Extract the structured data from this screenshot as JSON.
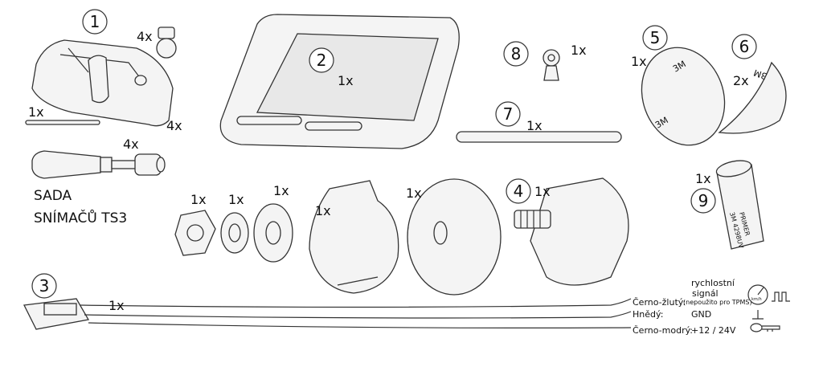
{
  "parts": [
    {
      "number": "1",
      "quantities": [
        "4x",
        "1x",
        "4x",
        "4x"
      ]
    },
    {
      "number": "2",
      "quantities": [
        "1x"
      ]
    },
    {
      "number": "3",
      "quantities": [
        "1x"
      ]
    },
    {
      "number": "4",
      "quantities": [
        "1x"
      ]
    },
    {
      "number": "5",
      "quantities": [
        "1x"
      ]
    },
    {
      "number": "6",
      "quantities": [
        "2x"
      ]
    },
    {
      "number": "7",
      "quantities": [
        "1x"
      ]
    },
    {
      "number": "8",
      "quantities": [
        "1x"
      ]
    },
    {
      "number": "9",
      "quantities": [
        "1x"
      ]
    }
  ],
  "hardware_quantities": [
    "1x",
    "1x",
    "1x",
    "1x",
    "1x"
  ],
  "kit_title": {
    "line1": "SADA",
    "line2": "SNÍMAČŮ TS3"
  },
  "adhesive_label": "3M",
  "primer_label": {
    "line1": "PRIMER",
    "line2": "3M  4298UV"
  },
  "wiring": [
    {
      "color": "Černo-žlutý:",
      "signal_line1": "rychlostní",
      "signal_line2": "signál",
      "note": "(nepoužito pro TPMS)",
      "icon": "speedometer-pulse-icon"
    },
    {
      "color": "Hnědý:",
      "signal_line1": "GND",
      "icon": "ground-icon"
    },
    {
      "color": "Černo-modrý:",
      "signal_line1": "+12 / 24V",
      "icon": "key-icon"
    }
  ],
  "speed_unit": "km/h"
}
